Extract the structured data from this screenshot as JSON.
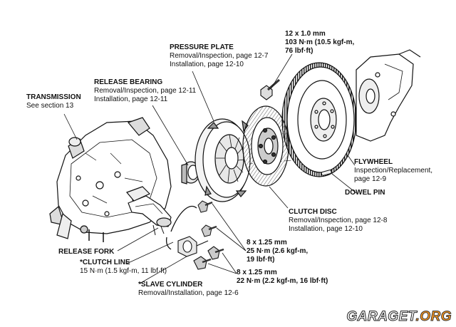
{
  "labels": {
    "transmission": {
      "title": "TRANSMISSION",
      "l1": "See section 13"
    },
    "release_bearing": {
      "title": "RELEASE BEARING",
      "l1": "Removal/Inspection, page 12-11",
      "l2": "Installation, page 12-11"
    },
    "pressure_plate": {
      "title": "PRESSURE PLATE",
      "l1": "Removal/Inspection, page 12-7",
      "l2": "Installation, page 12-10"
    },
    "flywheel_bolt": {
      "l1": "12 x 1.0 mm",
      "l2": "103 N·m (10.5 kgf-m,",
      "l3": "76 lbf·ft)"
    },
    "flywheel": {
      "title": "FLYWHEEL",
      "l1": "Inspection/Replacement,",
      "l2": "page 12-9"
    },
    "dowel_pin": {
      "title": "DOWEL PIN"
    },
    "clutch_disc": {
      "title": "CLUTCH DISC",
      "l1": "Removal/Inspection, page 12-8",
      "l2": "Installation, page 12-10"
    },
    "bolt_a": {
      "l1": "8 x 1.25 mm",
      "l2": "25 N·m (2.6 kgf-m,",
      "l3": "19 lbf·ft)"
    },
    "bolt_b": {
      "l1": "8 x 1.25 mm",
      "l2": "22 N·m (2.2 kgf-m, 16 lbf·ft)"
    },
    "release_fork": {
      "title": "RELEASE FORK"
    },
    "clutch_line": {
      "title": "*CLUTCH LINE",
      "l1": "15 N·m (1.5 kgf-m, 11 lbf·ft)"
    },
    "slave_cylinder": {
      "title": "*SLAVE CYLINDER",
      "l1": "Removal/Installation, page 12-6"
    }
  },
  "watermark": {
    "part1": "GARAGET",
    "part2": ".ORG"
  }
}
